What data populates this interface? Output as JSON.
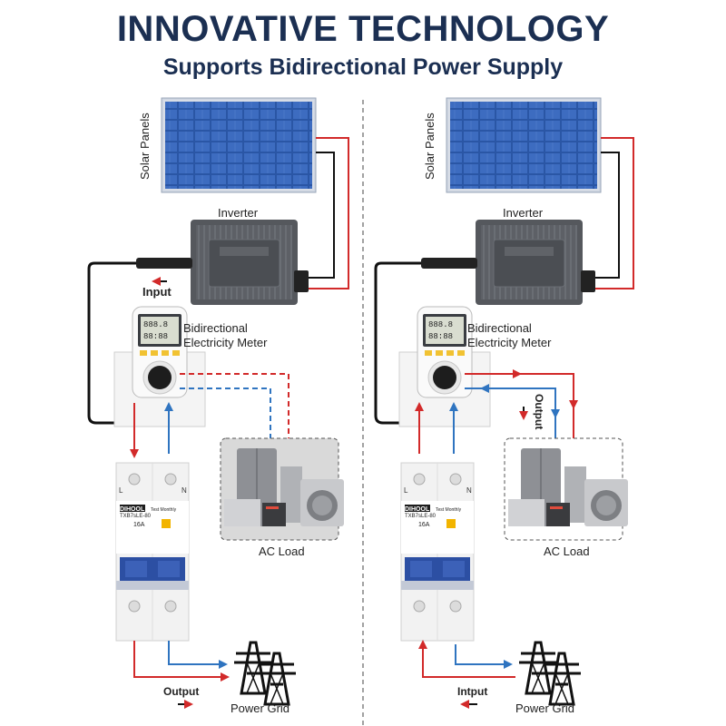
{
  "header": {
    "title": "INNOVATIVE TECHNOLOGY",
    "subtitle": "Supports Bidirectional Power Supply"
  },
  "left": {
    "solar_label": "Solar Panels",
    "inverter_label": "Inverter",
    "input_label": "Input",
    "meter_label_line1": "Bidirectional",
    "meter_label_line2": "Electricity Meter",
    "load_label": "AC Load",
    "grid_label": "Power Grid",
    "grid_flow_label": "Output",
    "breaker_brand": "DIHOOL",
    "breaker_model": "TXB7sLE-80",
    "breaker_rating": "16A",
    "breaker_test": "Test Monthly",
    "terminal_l": "L",
    "terminal_n": "N"
  },
  "right": {
    "solar_label": "Solar Panels",
    "inverter_label": "Inverter",
    "meter_label_line1": "Bidirectional",
    "meter_label_line2": "Electricity Meter",
    "load_flow_label": "Output",
    "load_label": "AC Load",
    "grid_label": "Power Grid",
    "grid_flow_label": "Intput",
    "breaker_brand": "DIHOOL",
    "breaker_model": "TXB7sLE-80",
    "breaker_rating": "16A",
    "breaker_test": "Test Monthly",
    "terminal_l": "L",
    "terminal_n": "N"
  },
  "colors": {
    "title": "#1b2f52",
    "live_wire": "#d22a2a",
    "neutral_wire": "#2f74c0",
    "dc_wire": "#111111",
    "panel": "#2f5aa8",
    "breaker_handle": "#2c4fa3"
  }
}
